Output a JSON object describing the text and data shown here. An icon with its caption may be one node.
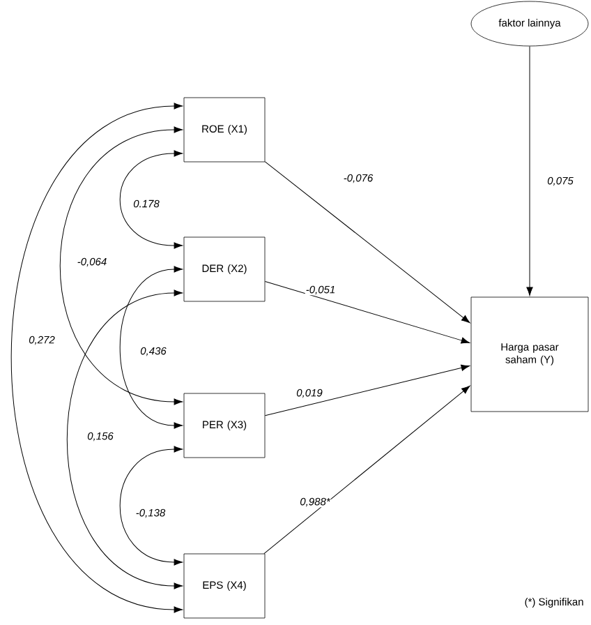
{
  "diagram": {
    "nodes": [
      {
        "text": [
          "ROE (X1)"
        ]
      },
      {
        "text": [
          "DER (X2)"
        ]
      },
      {
        "text": [
          "PER (X3)"
        ]
      },
      {
        "text": [
          "EPS (X4)"
        ]
      },
      {
        "text": [
          "faktor lainnya"
        ]
      },
      {
        "text": [
          "Harga pasar saham (Y)"
        ]
      }
    ],
    "edges": [
      {
        "from": 0,
        "to": 5,
        "arrow": "to",
        "label": "-0,076"
      },
      {
        "from": 1,
        "to": 5,
        "arrow": "to",
        "label": "-0,051"
      },
      {
        "from": 2,
        "to": 5,
        "arrow": "to",
        "label": "0,019"
      },
      {
        "from": 3,
        "to": 5,
        "arrow": "to",
        "label": "0,988*"
      },
      {
        "from": 4,
        "to": 5,
        "arrow": "to",
        "label": "0,075"
      },
      {
        "from": 0,
        "to": 1,
        "arrow": "both",
        "label": "0.178"
      },
      {
        "from": 0,
        "to": 2,
        "arrow": "both",
        "label": "-0,064"
      },
      {
        "from": 0,
        "to": 3,
        "arrow": "both",
        "label": "0,272"
      },
      {
        "from": 1,
        "to": 2,
        "arrow": "both",
        "label": "0,436"
      },
      {
        "from": 1,
        "to": 3,
        "arrow": "both",
        "label": "0,156"
      },
      {
        "from": 2,
        "to": 3,
        "arrow": "both",
        "label": "-0,138"
      }
    ],
    "labels": [
      "(*) Signifikan"
    ]
  }
}
